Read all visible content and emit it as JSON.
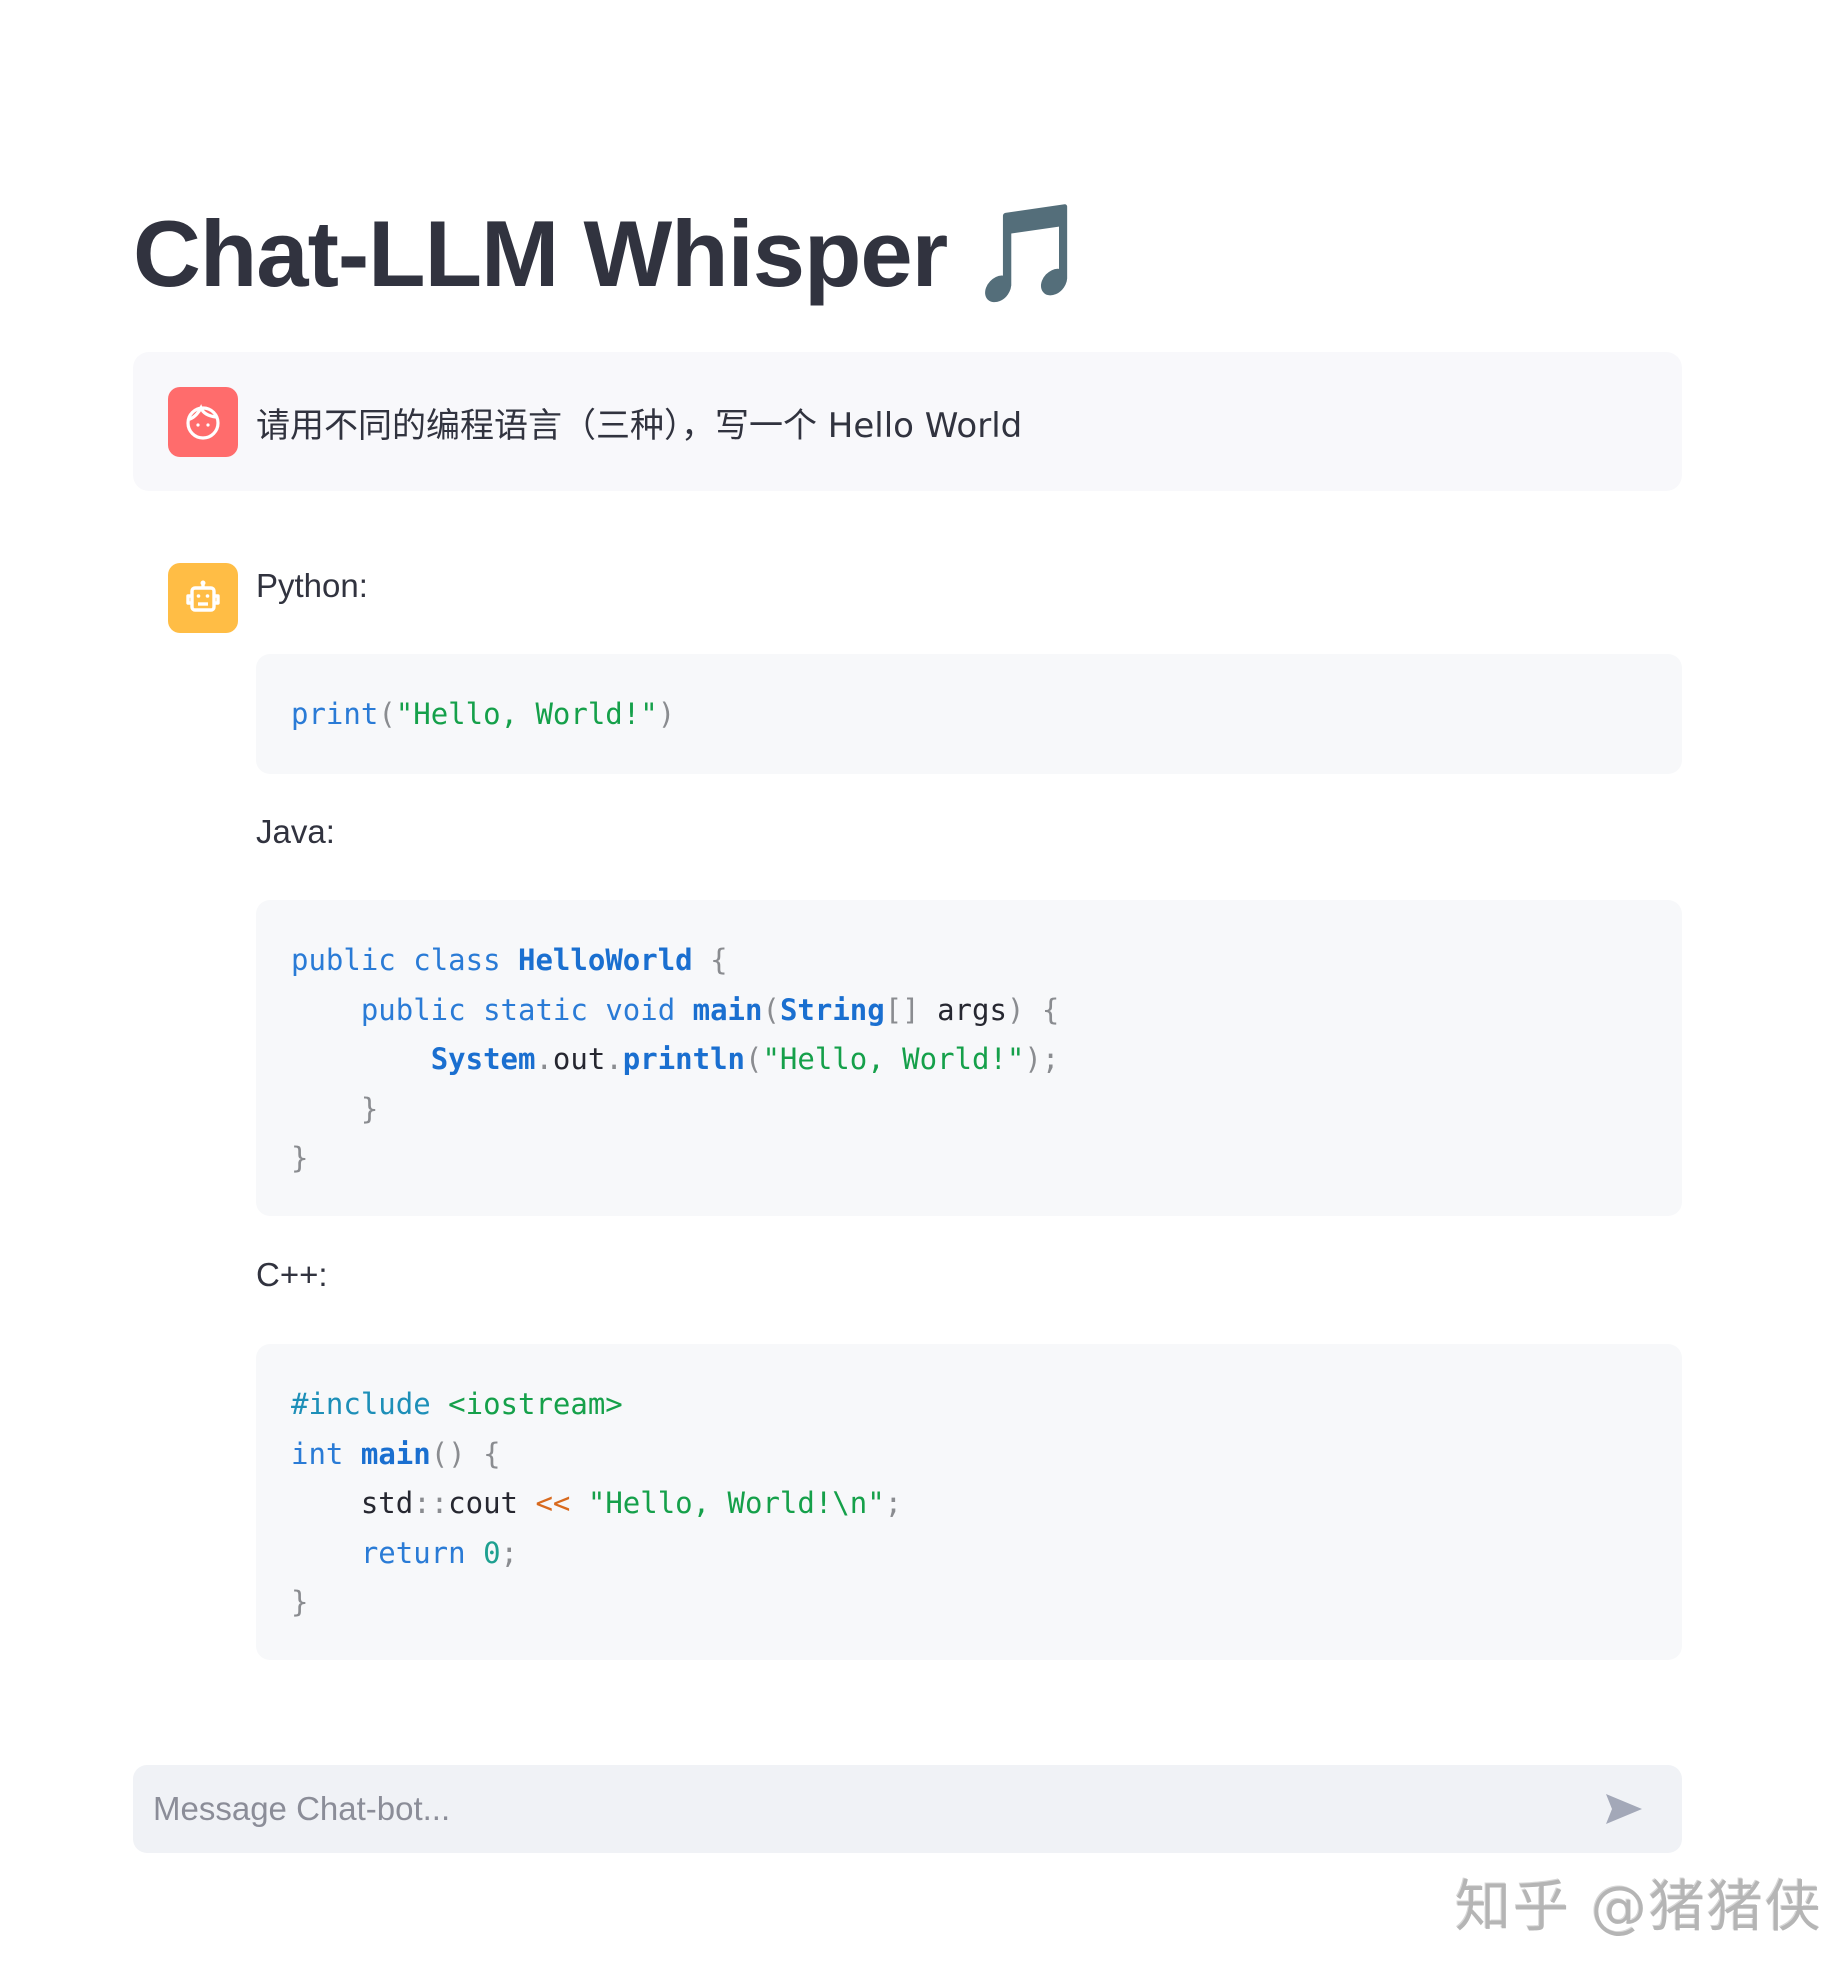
{
  "header": {
    "title": "Chat-LLM Whisper",
    "title_emoji": "🎵",
    "title_emoji_name": "musical-notes-icon"
  },
  "messages": [
    {
      "role": "user",
      "avatar_icon": "user-face-icon",
      "avatar_color": "#ff6c6c",
      "text": "请用不同的编程语言（三种），写一个 Hello World"
    },
    {
      "role": "assistant",
      "avatar_icon": "robot-icon",
      "avatar_color": "#ffbd45",
      "sections": [
        {
          "label": "Python:",
          "code_lines": [
            "print(\"Hello, World!\")"
          ]
        },
        {
          "label": "Java:",
          "code_lines": [
            "public class HelloWorld {",
            "    public static void main(String[] args) {",
            "        System.out.println(\"Hello, World!\");",
            "    }",
            "}"
          ]
        },
        {
          "label": "C++:",
          "code_lines": [
            "#include <iostream>",
            "int main() {",
            "    std::cout << \"Hello, World!\\n\";",
            "    return 0;",
            "}"
          ]
        }
      ]
    }
  ],
  "chat_input": {
    "placeholder": "Message Chat-bot...",
    "value": "",
    "send_icon": "send-arrow-icon"
  },
  "watermark": "知乎 @猪猪侠",
  "colors": {
    "text": "#31333f",
    "user_avatar": "#ff6c6c",
    "bot_avatar": "#ffbd45",
    "user_msg_bg": "#f8f8fb",
    "code_bg": "#f7f8fa",
    "input_bg": "#f0f2f6",
    "keyword": "#2a7bd6",
    "string": "#15a04a",
    "operator": "#d86a1e"
  }
}
